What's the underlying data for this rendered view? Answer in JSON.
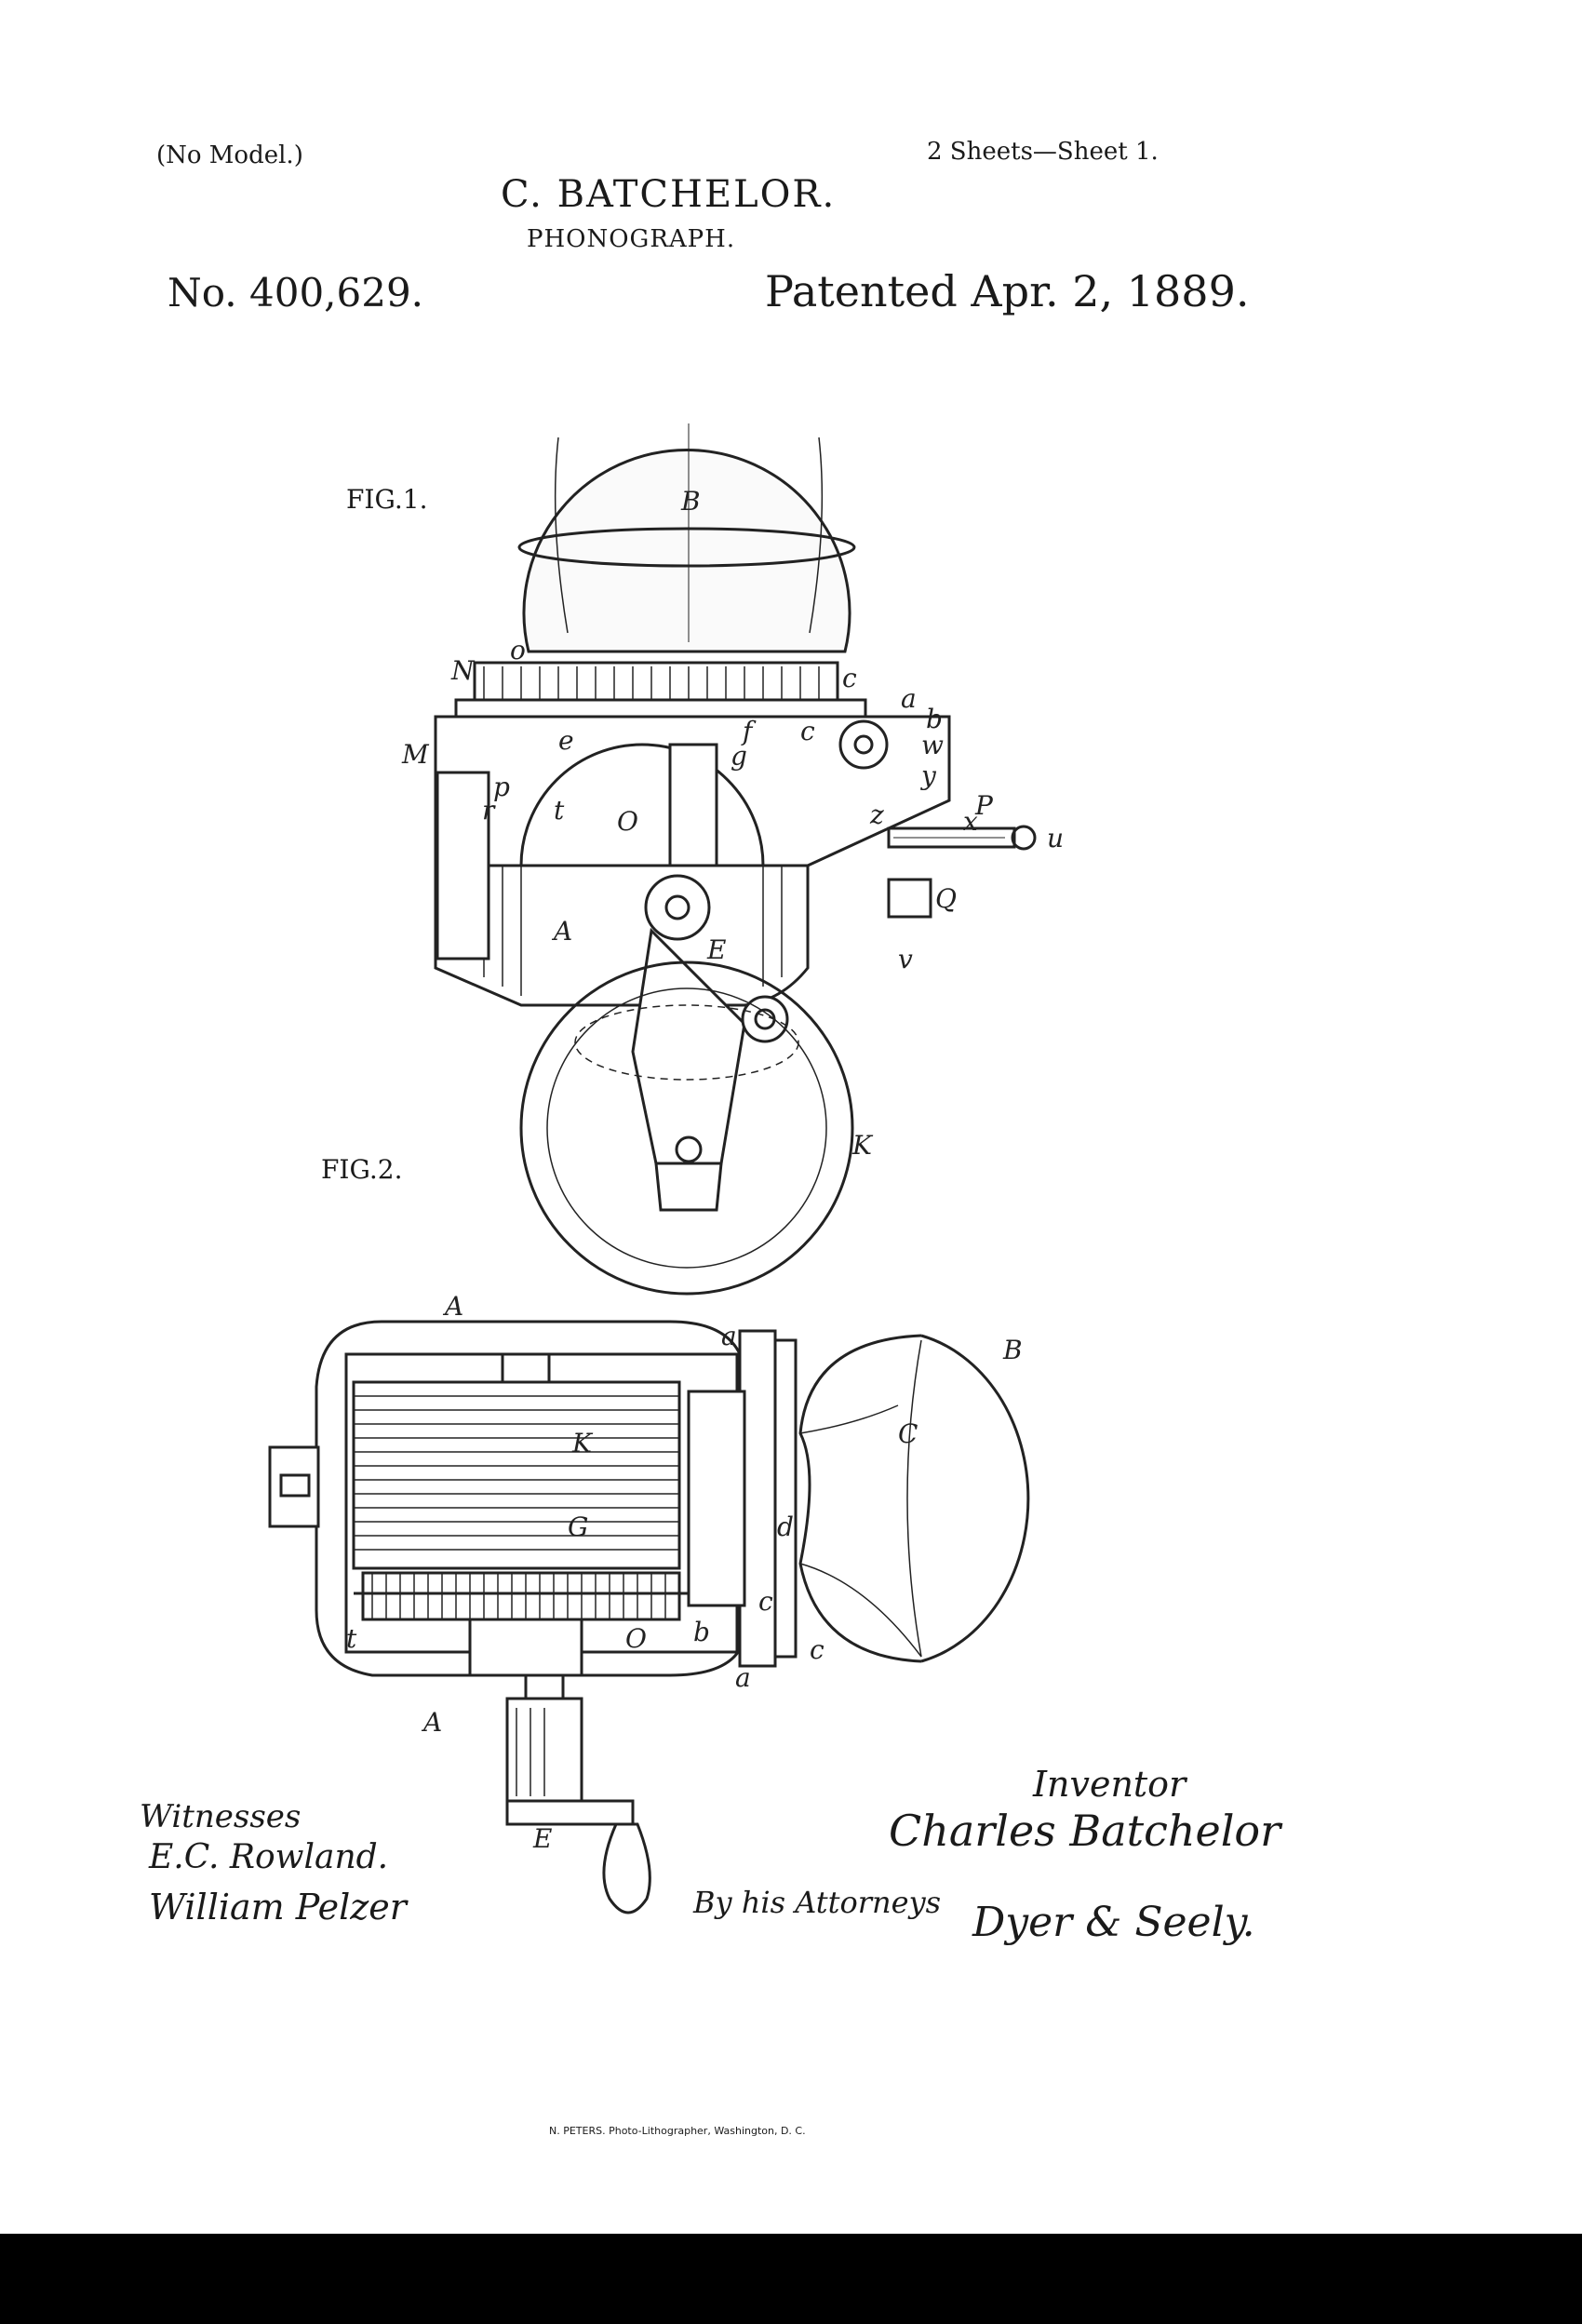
{
  "header": {
    "model_note": "(No Model.)",
    "sheets": "2 Sheets—Sheet 1.",
    "inventor_name": "C. BATCHELOR.",
    "title": "PHONOGRAPH.",
    "patent_number": "No. 400,629.",
    "patent_date": "Patented Apr. 2, 1889."
  },
  "figures": {
    "fig1_label": "FIG.1.",
    "fig2_label": "FIG.2.",
    "fig1_parts": [
      "B",
      "N",
      "o",
      "c",
      "a",
      "b",
      "w",
      "e",
      "c",
      "f",
      "g",
      "M",
      "p",
      "r",
      "t",
      "O",
      "y",
      "P",
      "z",
      "x",
      "u",
      "Q",
      "A",
      "E",
      "v",
      "K"
    ],
    "fig2_parts": [
      "A",
      "a",
      "B",
      "C",
      "K",
      "G",
      "d",
      "c",
      "b",
      "O",
      "t",
      "a",
      "c",
      "A",
      "E"
    ]
  },
  "signatures": {
    "witnesses_label": "Witnesses",
    "witness_1": "E.C. Rowland.",
    "witness_2": "William Pelzer",
    "inventor_label": "Inventor",
    "inventor_signature": "Charles Batchelor",
    "attorney_line": "By his Attorneys",
    "attorney_signature": "Dyer & Seely."
  },
  "footer": {
    "lithographer": "N. PETERS. Photo-Lithographer, Washington, D. C."
  }
}
